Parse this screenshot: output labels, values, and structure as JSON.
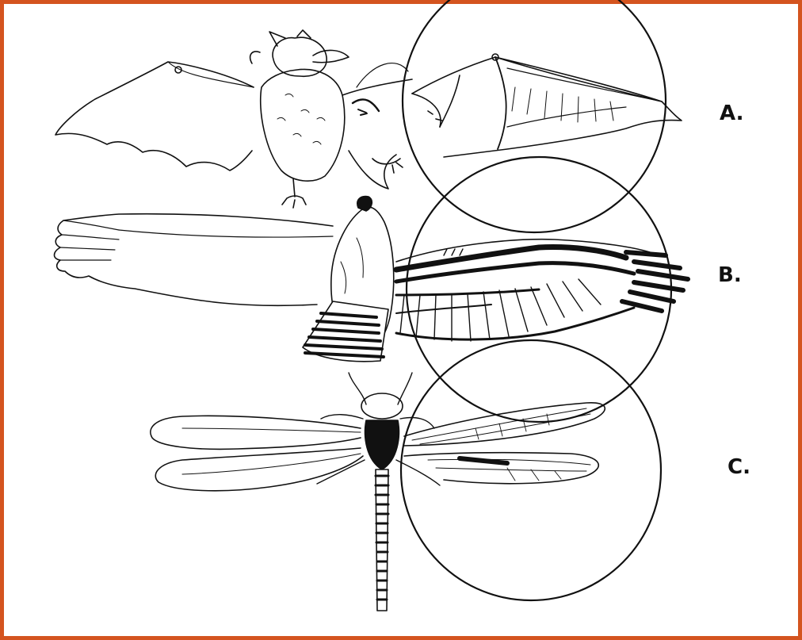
{
  "colors": {
    "frame": "#d4541f",
    "ink": "#111111",
    "background": "#ffffff"
  },
  "panels": [
    {
      "label": "A.",
      "animal": "bat",
      "icon": "bat-wing-drawing"
    },
    {
      "label": "B.",
      "animal": "bird",
      "icon": "bird-wing-drawing"
    },
    {
      "label": "C.",
      "animal": "dragonfly",
      "icon": "dragonfly-wing-drawing"
    }
  ]
}
